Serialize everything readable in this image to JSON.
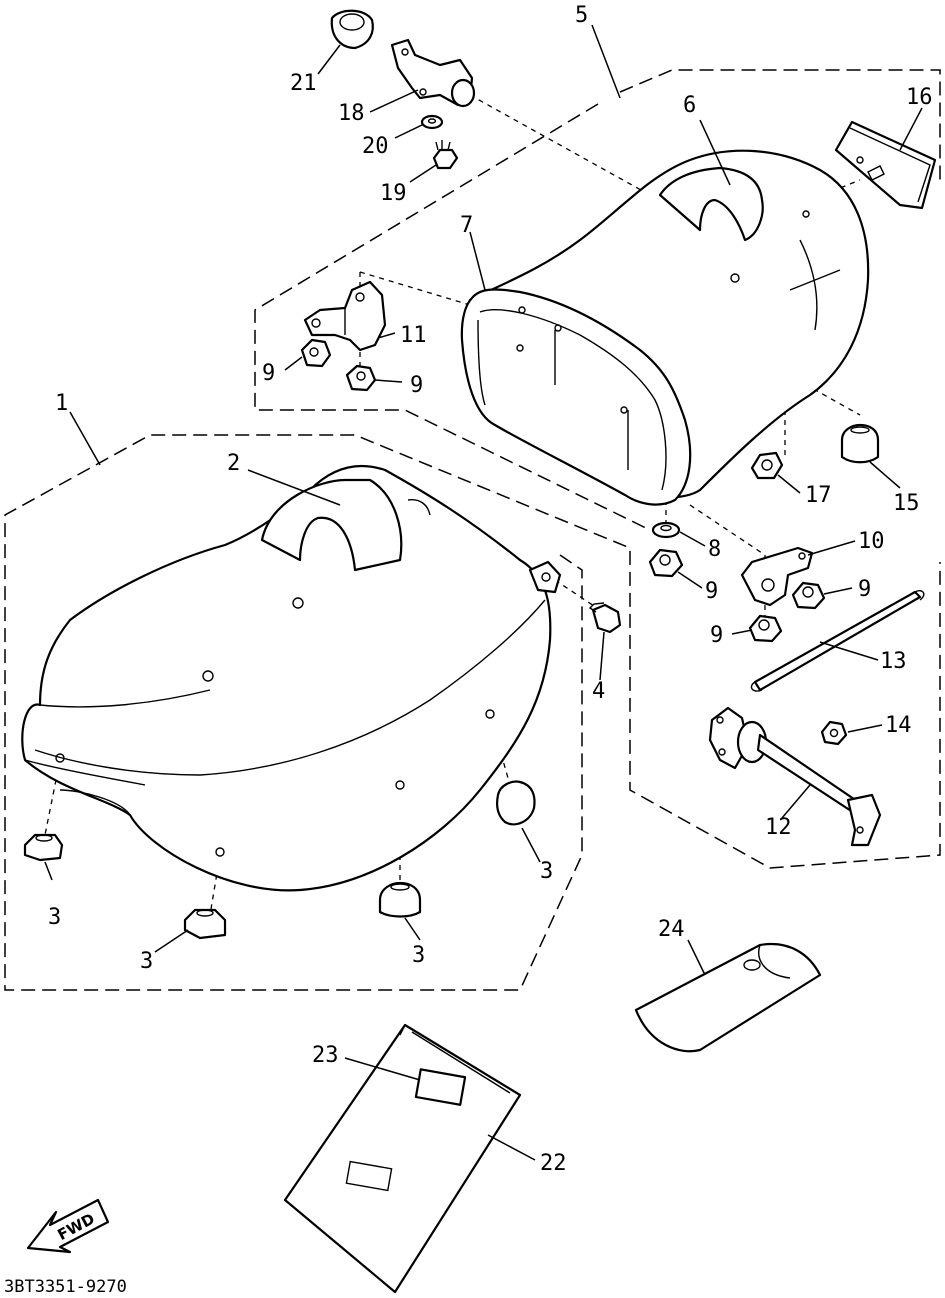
{
  "diagram_code": "3BT3351-9270",
  "fwd_label": "FWD",
  "callouts": [
    {
      "key": "c1",
      "text": "1"
    },
    {
      "key": "c2",
      "text": "2"
    },
    {
      "key": "c3a",
      "text": "3"
    },
    {
      "key": "c3b",
      "text": "3"
    },
    {
      "key": "c3c",
      "text": "3"
    },
    {
      "key": "c3d",
      "text": "3"
    },
    {
      "key": "c4",
      "text": "4"
    },
    {
      "key": "c5",
      "text": "5"
    },
    {
      "key": "c6",
      "text": "6"
    },
    {
      "key": "c7",
      "text": "7"
    },
    {
      "key": "c8",
      "text": "8"
    },
    {
      "key": "c9a",
      "text": "9"
    },
    {
      "key": "c9b",
      "text": "9"
    },
    {
      "key": "c9c",
      "text": "9"
    },
    {
      "key": "c9d",
      "text": "9"
    },
    {
      "key": "c9e",
      "text": "9"
    },
    {
      "key": "c10",
      "text": "10"
    },
    {
      "key": "c11",
      "text": "11"
    },
    {
      "key": "c12",
      "text": "12"
    },
    {
      "key": "c13",
      "text": "13"
    },
    {
      "key": "c14",
      "text": "14"
    },
    {
      "key": "c15",
      "text": "15"
    },
    {
      "key": "c16",
      "text": "16"
    },
    {
      "key": "c17",
      "text": "17"
    },
    {
      "key": "c18",
      "text": "18"
    },
    {
      "key": "c19",
      "text": "19"
    },
    {
      "key": "c20",
      "text": "20"
    },
    {
      "key": "c21",
      "text": "21"
    },
    {
      "key": "c22",
      "text": "22"
    },
    {
      "key": "c23",
      "text": "23"
    },
    {
      "key": "c24",
      "text": "24"
    }
  ]
}
